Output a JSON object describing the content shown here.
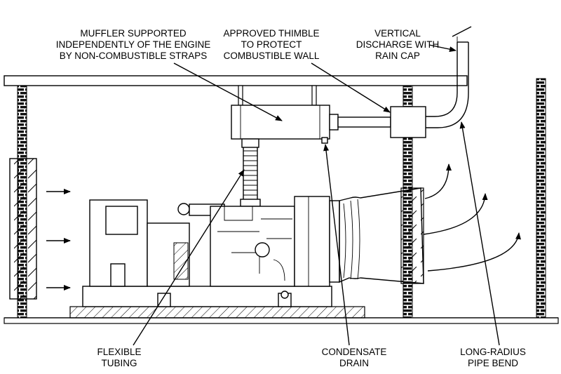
{
  "labels": {
    "muffler": [
      "MUFFLER SUPPORTED",
      "INDEPENDENTLY OF THE ENGINE",
      "BY NON-COMBUSTIBLE STRAPS"
    ],
    "thimble": [
      "APPROVED THIMBLE",
      "TO PROTECT",
      "COMBUSTIBLE WALL"
    ],
    "discharge": [
      "VERTICAL",
      "DISCHARGE WITH",
      "RAIN CAP"
    ],
    "tubing": [
      "FLEXIBLE",
      "TUBING"
    ],
    "drain": [
      "CONDENSATE",
      "DRAIN"
    ],
    "bend": [
      "LONG-RADIUS",
      "PIPE BEND"
    ]
  }
}
